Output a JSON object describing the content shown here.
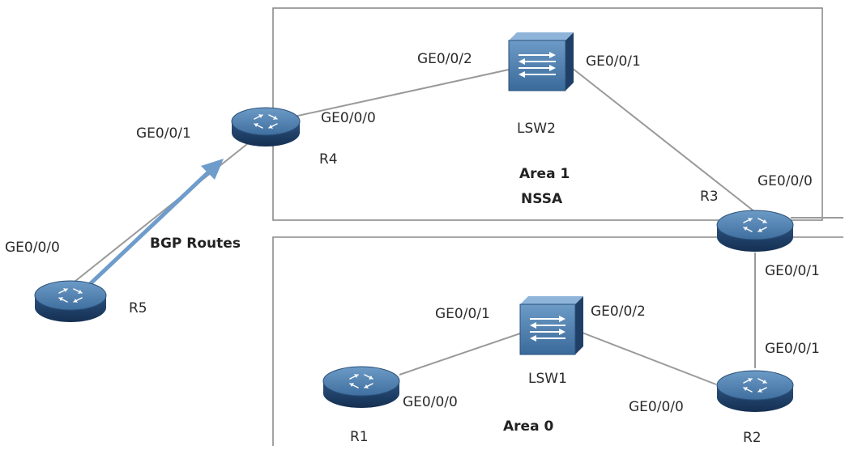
{
  "devices": {
    "r1": {
      "name": "R1"
    },
    "r2": {
      "name": "R2"
    },
    "r3": {
      "name": "R3"
    },
    "r4": {
      "name": "R4"
    },
    "r5": {
      "name": "R5"
    },
    "lsw1": {
      "name": "LSW1"
    },
    "lsw2": {
      "name": "LSW2"
    }
  },
  "areas": {
    "area1": {
      "name": "Area 1",
      "type": "NSSA"
    },
    "area0": {
      "name": "Area 0"
    }
  },
  "annotation": {
    "bgp_routes": "BGP Routes"
  },
  "interfaces": {
    "r5_ge000": "GE0/0/0",
    "r4_ge001": "GE0/0/1",
    "r4_ge000": "GE0/0/0",
    "lsw2_ge002": "GE0/0/2",
    "lsw2_ge001": "GE0/0/1",
    "r3_ge000": "GE0/0/0",
    "r3_ge001": "GE0/0/1",
    "r2_ge001": "GE0/0/1",
    "r2_ge000": "GE0/0/0",
    "lsw1_ge001": "GE0/0/1",
    "lsw1_ge002": "GE0/0/2",
    "r1_ge000": "GE0/0/0"
  },
  "colors": {
    "device_top": "#4d7fae",
    "device_side": "#1f3f66",
    "arrow": "#6e9ccb",
    "link": "#9a9a9a",
    "area_border": "#8c8c8c"
  },
  "icons": {
    "router": "router-icon",
    "switch": "switch-icon"
  }
}
